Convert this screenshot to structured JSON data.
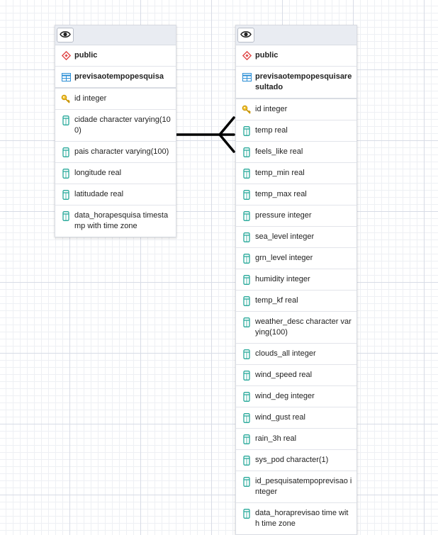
{
  "tables": [
    {
      "schema": "public",
      "name": "previsaotempopesquisa",
      "columns": [
        {
          "text": "id integer",
          "pk": true
        },
        {
          "text": "cidade character varying(100)",
          "pk": false
        },
        {
          "text": "pais character varying(100)",
          "pk": false
        },
        {
          "text": "longitude real",
          "pk": false
        },
        {
          "text": "latitudade real",
          "pk": false
        },
        {
          "text": "data_horapesquisa timestamp with time zone",
          "pk": false
        }
      ]
    },
    {
      "schema": "public",
      "name": "previsaotempopesquisaresultado",
      "columns": [
        {
          "text": "id integer",
          "pk": true
        },
        {
          "text": "temp real",
          "pk": false
        },
        {
          "text": "feels_like real",
          "pk": false
        },
        {
          "text": "temp_min real",
          "pk": false
        },
        {
          "text": "temp_max real",
          "pk": false
        },
        {
          "text": "pressure integer",
          "pk": false
        },
        {
          "text": "sea_level integer",
          "pk": false
        },
        {
          "text": "grn_level integer",
          "pk": false
        },
        {
          "text": "humidity integer",
          "pk": false
        },
        {
          "text": "temp_kf real",
          "pk": false
        },
        {
          "text": "weather_desc character varying(100)",
          "pk": false
        },
        {
          "text": "clouds_all integer",
          "pk": false
        },
        {
          "text": "wind_speed real",
          "pk": false
        },
        {
          "text": "wind_deg integer",
          "pk": false
        },
        {
          "text": "wind_gust real",
          "pk": false
        },
        {
          "text": "rain_3h real",
          "pk": false
        },
        {
          "text": "sys_pod character(1)",
          "pk": false
        },
        {
          "text": "id_pesquisatempoprevisao integer",
          "pk": false
        },
        {
          "text": "data_horaprevisao time with time zone",
          "pk": false
        }
      ]
    }
  ],
  "icons": {
    "toggle": "eye-icon",
    "schema": "schema-icon",
    "table": "table-icon",
    "primary_key": "key-icon",
    "column": "column-icon"
  },
  "colors": {
    "schema_icon": "#e04848",
    "table_icon": "#2b8fd6",
    "key_icon": "#e0a800",
    "column_icon": "#27a99a",
    "relation_line": "#000000"
  }
}
